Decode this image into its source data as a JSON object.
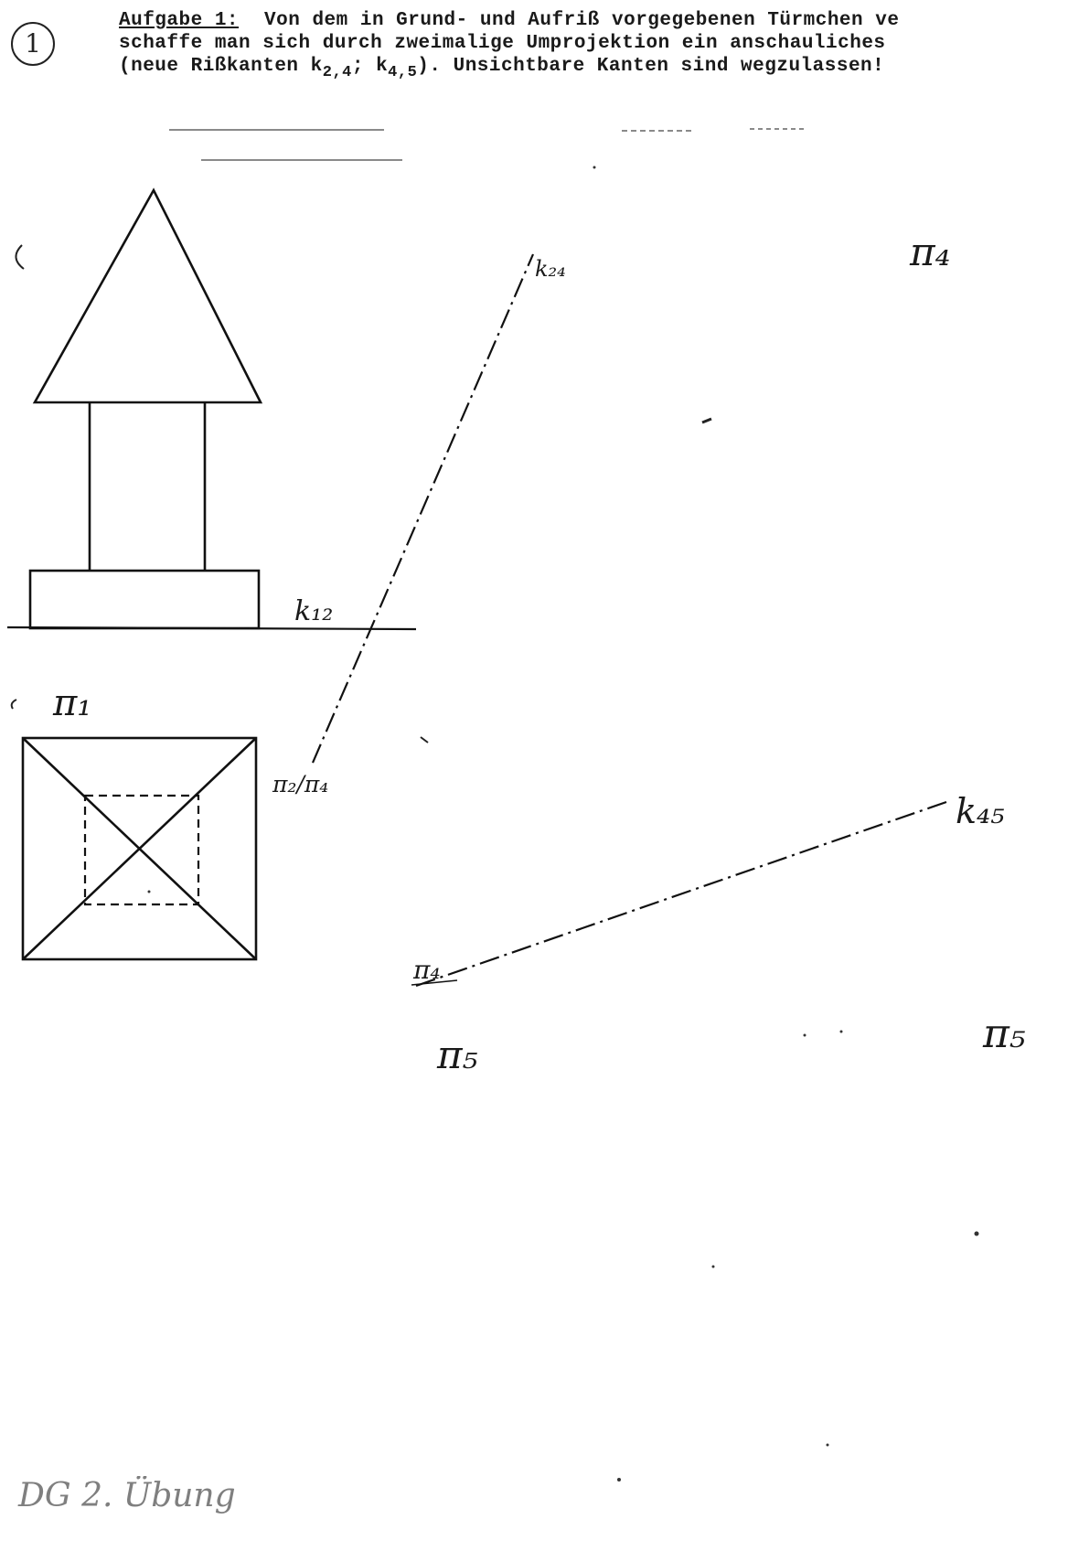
{
  "task": {
    "number": "1",
    "title": "Aufgabe 1:",
    "line1": "Von dem in Grund- und Aufriß vorgegebenen Türmchen ve",
    "line2": "schaffe man sich durch zweimalige Umprojektion ein anschauliches",
    "line3_pre": "(neue Rißkanten k",
    "line3_sub1": "2,4",
    "line3_mid": "; k",
    "line3_sub2": "4,5",
    "line3_post": "). Unsichtbare Kanten sind wegzulassen!"
  },
  "labels": {
    "k12": "k₁₂",
    "pi1": "π₁",
    "pi2_pi4": "π₂/π₄",
    "k24": "k₂₄",
    "pi4_top": "π₄",
    "k45": "k₄₅",
    "pi4_bottom": "π₄",
    "pi5_left": "π₅",
    "pi5_right": "π₅"
  },
  "footer": {
    "note": "DG 2. Übung"
  }
}
